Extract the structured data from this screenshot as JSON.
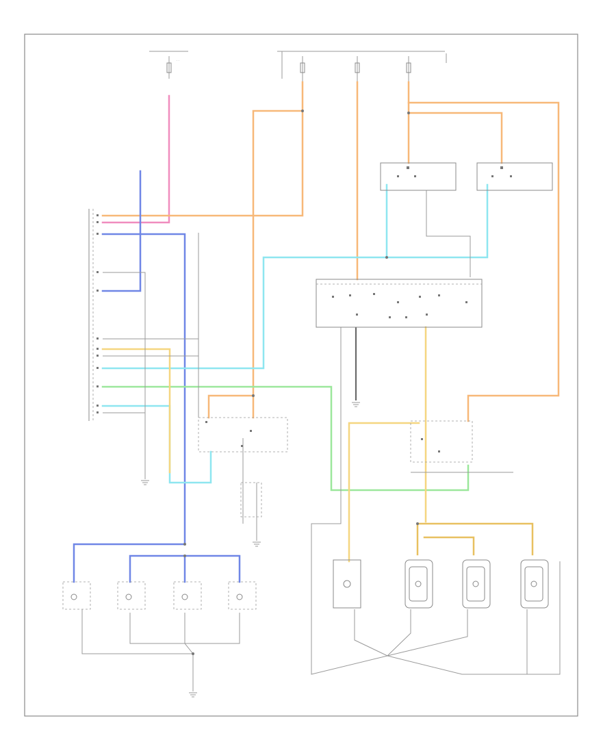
{
  "diagram": {
    "footer_code": "",
    "colors": {
      "pink": "#f08cbe",
      "orange": "#f7b878",
      "blue": "#6f86e6",
      "cyan": "#8ee6f0",
      "green": "#9be79b",
      "yellow": "#f5d680",
      "gold": "#e8c060",
      "gray": "#9a9a9a"
    },
    "components": [
      {
        "id": "fuse-block-top",
        "icon": "fuse-icon"
      },
      {
        "id": "fuse-panel-top-right",
        "icon": "fuse-icon"
      },
      {
        "id": "control-module-left",
        "icon": "connector-icon"
      },
      {
        "id": "lamp-switch-left",
        "icon": "switch-icon"
      },
      {
        "id": "lamp-switch-right",
        "icon": "switch-icon"
      },
      {
        "id": "junction-block-center",
        "icon": "connector-icon"
      },
      {
        "id": "relay-center",
        "icon": "relay-icon"
      },
      {
        "id": "relay-right",
        "icon": "relay-icon"
      },
      {
        "id": "lamp-bottom-left-1",
        "icon": "lamp-icon"
      },
      {
        "id": "lamp-bottom-left-2",
        "icon": "lamp-icon"
      },
      {
        "id": "lamp-bottom-left-3",
        "icon": "lamp-icon"
      },
      {
        "id": "lamp-bottom-left-4",
        "icon": "lamp-icon"
      },
      {
        "id": "lamp-bottom-right-1",
        "icon": "lamp-icon"
      },
      {
        "id": "lamp-bottom-right-2",
        "icon": "lamp-icon"
      },
      {
        "id": "lamp-bottom-right-3",
        "icon": "lamp-icon"
      },
      {
        "id": "lamp-bottom-right-4",
        "icon": "lamp-icon"
      },
      {
        "id": "ground-bottom-left",
        "icon": "ground-icon"
      },
      {
        "id": "ground-center",
        "icon": "ground-icon"
      },
      {
        "id": "ground-left",
        "icon": "ground-icon"
      }
    ]
  }
}
